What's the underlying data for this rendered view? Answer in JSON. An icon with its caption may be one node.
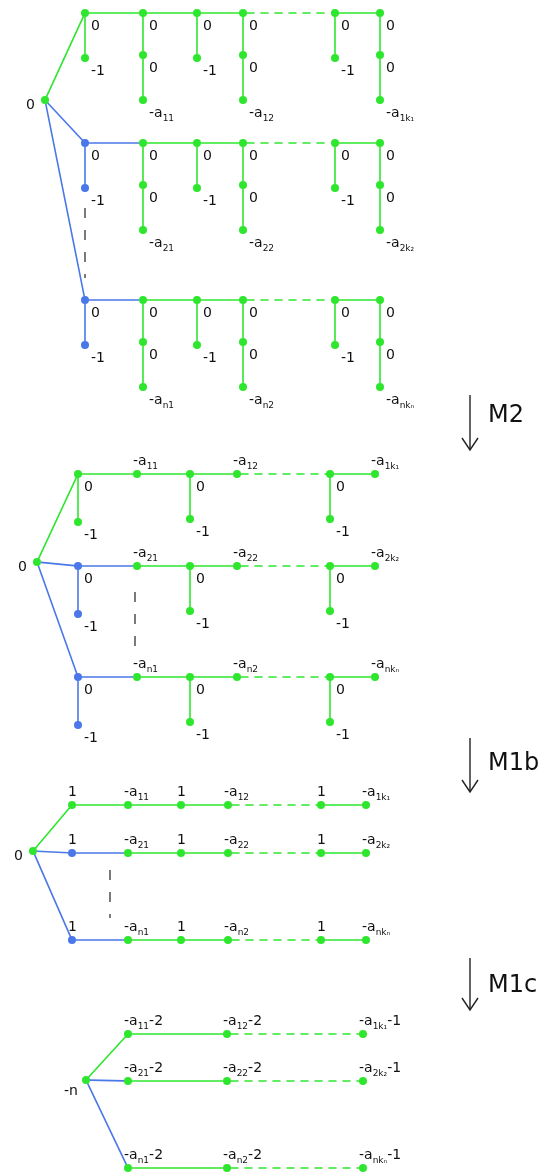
{
  "diagram": {
    "nodes": [
      {
        "text": [],
        "shape": "circle",
        "beside": [
          "0"
        ]
      },
      {
        "text": [],
        "shape": "circle",
        "beside": [
          "0"
        ]
      },
      {
        "text": [],
        "shape": "circle",
        "beside": [
          "-1"
        ]
      },
      {
        "text": [],
        "shape": "circle",
        "beside": [
          "0"
        ]
      },
      {
        "text": [],
        "shape": "circle",
        "beside": [
          "0"
        ]
      },
      {
        "text": [],
        "shape": "circle",
        "beside": [
          "-a$_{11}$"
        ]
      },
      {
        "text": [],
        "shape": "circle",
        "beside": [
          "0"
        ]
      },
      {
        "text": [],
        "shape": "circle",
        "beside": [
          "-1"
        ]
      },
      {
        "text": [],
        "shape": "circle",
        "beside": [
          "0"
        ]
      },
      {
        "text": [],
        "shape": "circle",
        "beside": [
          "0"
        ]
      },
      {
        "text": [],
        "shape": "circle",
        "beside": [
          "-a$_{12}$"
        ]
      },
      {
        "text": [],
        "shape": "circle",
        "beside": [
          "0"
        ]
      },
      {
        "text": [],
        "shape": "circle",
        "beside": [
          "-1"
        ]
      },
      {
        "text": [],
        "shape": "circle",
        "beside": [
          "0"
        ]
      },
      {
        "text": [],
        "shape": "circle",
        "beside": [
          "0"
        ]
      },
      {
        "text": [],
        "shape": "circle",
        "beside": [
          "-a$_{1k₁}$"
        ]
      },
      {
        "text": [],
        "shape": "circle",
        "beside": [
          "0"
        ]
      },
      {
        "text": [],
        "shape": "circle",
        "beside": [
          "-1"
        ]
      },
      {
        "text": [],
        "shape": "circle",
        "beside": [
          "0"
        ]
      },
      {
        "text": [],
        "shape": "circle",
        "beside": [
          "0"
        ]
      },
      {
        "text": [],
        "shape": "circle",
        "beside": [
          "-a$_{21}$"
        ]
      },
      {
        "text": [],
        "shape": "circle",
        "beside": [
          "0"
        ]
      },
      {
        "text": [],
        "shape": "circle",
        "beside": [
          "-1"
        ]
      },
      {
        "text": [],
        "shape": "circle",
        "beside": [
          "0"
        ]
      },
      {
        "text": [],
        "shape": "circle",
        "beside": [
          "0"
        ]
      },
      {
        "text": [],
        "shape": "circle",
        "beside": [
          "-a$_{22}$"
        ]
      },
      {
        "text": [],
        "shape": "circle",
        "beside": [
          "0"
        ]
      },
      {
        "text": [],
        "shape": "circle",
        "beside": [
          "-1"
        ]
      },
      {
        "text": [],
        "shape": "circle",
        "beside": [
          "0"
        ]
      },
      {
        "text": [],
        "shape": "circle",
        "beside": [
          "0"
        ]
      },
      {
        "text": [],
        "shape": "circle",
        "beside": [
          "-a$_{2k₂}$"
        ]
      },
      {
        "text": [],
        "shape": "circle",
        "beside": [
          "0"
        ]
      },
      {
        "text": [],
        "shape": "circle",
        "beside": [
          "-1"
        ]
      },
      {
        "text": [],
        "shape": "circle",
        "beside": [
          "0"
        ]
      },
      {
        "text": [],
        "shape": "circle",
        "beside": [
          "0"
        ]
      },
      {
        "text": [],
        "shape": "circle",
        "beside": [
          "-a$_{n1}$"
        ]
      },
      {
        "text": [],
        "shape": "circle",
        "beside": [
          "0"
        ]
      },
      {
        "text": [],
        "shape": "circle",
        "beside": [
          "-1"
        ]
      },
      {
        "text": [],
        "shape": "circle",
        "beside": [
          "0"
        ]
      },
      {
        "text": [],
        "shape": "circle",
        "beside": [
          "0"
        ]
      },
      {
        "text": [],
        "shape": "circle",
        "beside": [
          "-a$_{n2}$"
        ]
      },
      {
        "text": [],
        "shape": "circle",
        "beside": [
          "0"
        ]
      },
      {
        "text": [],
        "shape": "circle",
        "beside": [
          "-1"
        ]
      },
      {
        "text": [],
        "shape": "circle",
        "beside": [
          "0"
        ]
      },
      {
        "text": [],
        "shape": "circle",
        "beside": [
          "0"
        ]
      },
      {
        "text": [],
        "shape": "circle",
        "beside": [
          "-a$_{nkₙ}$"
        ]
      },
      {
        "text": [],
        "shape": "circle",
        "beside": [
          "0"
        ]
      },
      {
        "text": [],
        "shape": "circle",
        "beside": [
          "0"
        ]
      },
      {
        "text": [],
        "shape": "circle",
        "beside": [
          "-1"
        ]
      },
      {
        "text": [],
        "shape": "circle",
        "beside": [
          "-a$_{11}$"
        ]
      },
      {
        "text": [],
        "shape": "circle",
        "beside": [
          "0"
        ]
      },
      {
        "text": [],
        "shape": "circle",
        "beside": [
          "-1"
        ]
      },
      {
        "text": [],
        "shape": "circle",
        "beside": [
          "-a$_{12}$"
        ]
      },
      {
        "text": [],
        "shape": "circle",
        "beside": [
          "0"
        ]
      },
      {
        "text": [],
        "shape": "circle",
        "beside": [
          "-1"
        ]
      },
      {
        "text": [],
        "shape": "circle",
        "beside": [
          "-a$_{1k₁}$"
        ]
      },
      {
        "text": [],
        "shape": "circle",
        "beside": [
          "0"
        ]
      },
      {
        "text": [],
        "shape": "circle",
        "beside": [
          "-1"
        ]
      },
      {
        "text": [],
        "shape": "circle",
        "beside": [
          "-a$_{21}$"
        ]
      },
      {
        "text": [],
        "shape": "circle",
        "beside": [
          "0"
        ]
      },
      {
        "text": [],
        "shape": "circle",
        "beside": [
          "-1"
        ]
      },
      {
        "text": [],
        "shape": "circle",
        "beside": [
          "-a$_{22}$"
        ]
      },
      {
        "text": [],
        "shape": "circle",
        "beside": [
          "0"
        ]
      },
      {
        "text": [],
        "shape": "circle",
        "beside": [
          "-1"
        ]
      },
      {
        "text": [],
        "shape": "circle",
        "beside": [
          "-a$_{2k₂}$"
        ]
      },
      {
        "text": [],
        "shape": "circle",
        "beside": [
          "0"
        ]
      },
      {
        "text": [],
        "shape": "circle",
        "beside": [
          "-1"
        ]
      },
      {
        "text": [],
        "shape": "circle",
        "beside": [
          "-a$_{n1}$"
        ]
      },
      {
        "text": [],
        "shape": "circle",
        "beside": [
          "0"
        ]
      },
      {
        "text": [],
        "shape": "circle",
        "beside": [
          "-1"
        ]
      },
      {
        "text": [],
        "shape": "circle",
        "beside": [
          "-a$_{n2}$"
        ]
      },
      {
        "text": [],
        "shape": "circle",
        "beside": [
          "0"
        ]
      },
      {
        "text": [],
        "shape": "circle",
        "beside": [
          "-1"
        ]
      },
      {
        "text": [],
        "shape": "circle",
        "beside": [
          "-a$_{nkₙ}$"
        ]
      },
      {
        "text": [],
        "shape": "circle",
        "beside": [
          "0"
        ]
      },
      {
        "text": [],
        "shape": "circle",
        "beside": [
          "1"
        ]
      },
      {
        "text": [],
        "shape": "circle",
        "beside": [
          "-a$_{11}$"
        ]
      },
      {
        "text": [],
        "shape": "circle",
        "beside": [
          "1"
        ]
      },
      {
        "text": [],
        "shape": "circle",
        "beside": [
          "-a$_{12}$"
        ]
      },
      {
        "text": [],
        "shape": "circle",
        "beside": [
          "1"
        ]
      },
      {
        "text": [],
        "shape": "circle",
        "beside": [
          "-a$_{1k₁}$"
        ]
      },
      {
        "text": [],
        "shape": "circle",
        "beside": [
          "1"
        ]
      },
      {
        "text": [],
        "shape": "circle",
        "beside": [
          "-a$_{21}$"
        ]
      },
      {
        "text": [],
        "shape": "circle",
        "beside": [
          "1"
        ]
      },
      {
        "text": [],
        "shape": "circle",
        "beside": [
          "-a$_{22}$"
        ]
      },
      {
        "text": [],
        "shape": "circle",
        "beside": [
          "1"
        ]
      },
      {
        "text": [],
        "shape": "circle",
        "beside": [
          "-a$_{2k₂}$"
        ]
      },
      {
        "text": [],
        "shape": "circle",
        "beside": [
          "1"
        ]
      },
      {
        "text": [],
        "shape": "circle",
        "beside": [
          "-a$_{n1}$"
        ]
      },
      {
        "text": [],
        "shape": "circle",
        "beside": [
          "1"
        ]
      },
      {
        "text": [],
        "shape": "circle",
        "beside": [
          "-a$_{n2}$"
        ]
      },
      {
        "text": [],
        "shape": "circle",
        "beside": [
          "1"
        ]
      },
      {
        "text": [],
        "shape": "circle",
        "beside": [
          "-a$_{nkₙ}$"
        ]
      },
      {
        "text": [],
        "shape": "circle",
        "beside": [
          "-n"
        ]
      },
      {
        "text": [],
        "shape": "circle",
        "beside": [
          "-a$_{11}$-2"
        ]
      },
      {
        "text": [],
        "shape": "circle",
        "beside": [
          "-a$_{12}$-2"
        ]
      },
      {
        "text": [],
        "shape": "circle",
        "beside": [
          "-a$_{1k₁}$-1"
        ]
      },
      {
        "text": [],
        "shape": "circle",
        "beside": [
          "-a$_{21}$-2"
        ]
      },
      {
        "text": [],
        "shape": "circle",
        "beside": [
          "-a$_{22}$-2"
        ]
      },
      {
        "text": [],
        "shape": "circle",
        "beside": [
          "-a$_{2k₂}$-1"
        ]
      },
      {
        "text": [],
        "shape": "circle",
        "beside": [
          "-a$_{n1}$-2"
        ]
      },
      {
        "text": [],
        "shape": "circle",
        "beside": [
          "-a$_{n2}$-2"
        ]
      },
      {
        "text": [],
        "shape": "circle",
        "beside": [
          "-a$_{nkₙ}$-1"
        ]
      }
    ],
    "edges": [
      {
        "from": 0,
        "to": 1,
        "arrow": "none"
      },
      {
        "from": 1,
        "to": 2,
        "arrow": "none"
      },
      {
        "from": 1,
        "to": 3,
        "arrow": "none"
      },
      {
        "from": 3,
        "to": 4,
        "arrow": "none"
      },
      {
        "from": 4,
        "to": 5,
        "arrow": "none"
      },
      {
        "from": 3,
        "to": 6,
        "arrow": "none"
      },
      {
        "from": 6,
        "to": 7,
        "arrow": "none"
      },
      {
        "from": 6,
        "to": 8,
        "arrow": "none"
      },
      {
        "from": 8,
        "to": 9,
        "arrow": "none"
      },
      {
        "from": 9,
        "to": 10,
        "arrow": "none"
      },
      {
        "from": 8,
        "to": 11,
        "arrow": "none",
        "style": "dashed"
      },
      {
        "from": 11,
        "to": 12,
        "arrow": "none"
      },
      {
        "from": 11,
        "to": 13,
        "arrow": "none"
      },
      {
        "from": 13,
        "to": 14,
        "arrow": "none"
      },
      {
        "from": 14,
        "to": 15,
        "arrow": "none"
      },
      {
        "from": 0,
        "to": 16,
        "arrow": "none",
        "color": "#4a78e8"
      },
      {
        "from": 16,
        "to": 17,
        "arrow": "none",
        "color": "#4a78e8"
      },
      {
        "from": 16,
        "to": 18,
        "arrow": "none",
        "color": "#4a78e8"
      },
      {
        "from": 18,
        "to": 19,
        "arrow": "none"
      },
      {
        "from": 19,
        "to": 20,
        "arrow": "none"
      },
      {
        "from": 18,
        "to": 21,
        "arrow": "none"
      },
      {
        "from": 21,
        "to": 22,
        "arrow": "none"
      },
      {
        "from": 21,
        "to": 23,
        "arrow": "none"
      },
      {
        "from": 23,
        "to": 24,
        "arrow": "none"
      },
      {
        "from": 24,
        "to": 25,
        "arrow": "none"
      },
      {
        "from": 23,
        "to": 26,
        "arrow": "none",
        "style": "dashed"
      },
      {
        "from": 26,
        "to": 27,
        "arrow": "none"
      },
      {
        "from": 26,
        "to": 28,
        "arrow": "none"
      },
      {
        "from": 28,
        "to": 29,
        "arrow": "none"
      },
      {
        "from": 29,
        "to": 30,
        "arrow": "none"
      },
      {
        "from": 0,
        "to": 31,
        "arrow": "none",
        "color": "#4a78e8"
      },
      {
        "from": 31,
        "to": 32,
        "arrow": "none",
        "color": "#4a78e8"
      },
      {
        "from": 31,
        "to": 33,
        "arrow": "none",
        "color": "#4a78e8"
      },
      {
        "from": 33,
        "to": 34,
        "arrow": "none"
      },
      {
        "from": 34,
        "to": 35,
        "arrow": "none"
      },
      {
        "from": 33,
        "to": 36,
        "arrow": "none"
      },
      {
        "from": 36,
        "to": 37,
        "arrow": "none"
      },
      {
        "from": 36,
        "to": 38,
        "arrow": "none"
      },
      {
        "from": 38,
        "to": 39,
        "arrow": "none"
      },
      {
        "from": 39,
        "to": 40,
        "arrow": "none"
      },
      {
        "from": 38,
        "to": 41,
        "arrow": "none",
        "style": "dashed"
      },
      {
        "from": 41,
        "to": 42,
        "arrow": "none"
      },
      {
        "from": 41,
        "to": 43,
        "arrow": "none"
      },
      {
        "from": 43,
        "to": 44,
        "arrow": "none"
      },
      {
        "from": 44,
        "to": 45,
        "arrow": "none"
      },
      {
        "from": 46,
        "to": 47,
        "arrow": "none"
      },
      {
        "from": 47,
        "to": 48,
        "arrow": "none"
      },
      {
        "from": 47,
        "to": 49,
        "arrow": "none"
      },
      {
        "from": 49,
        "to": 50,
        "arrow": "none"
      },
      {
        "from": 50,
        "to": 51,
        "arrow": "none"
      },
      {
        "from": 50,
        "to": 52,
        "arrow": "none"
      },
      {
        "from": 52,
        "to": 53,
        "arrow": "none",
        "style": "dashed"
      },
      {
        "from": 53,
        "to": 54,
        "arrow": "none"
      },
      {
        "from": 53,
        "to": 55,
        "arrow": "none"
      },
      {
        "from": 46,
        "to": 56,
        "arrow": "none",
        "color": "#4a78e8"
      },
      {
        "from": 56,
        "to": 57,
        "arrow": "none",
        "color": "#4a78e8"
      },
      {
        "from": 56,
        "to": 58,
        "arrow": "none",
        "color": "#4a78e8"
      },
      {
        "from": 58,
        "to": 59,
        "arrow": "none"
      },
      {
        "from": 59,
        "to": 60,
        "arrow": "none"
      },
      {
        "from": 59,
        "to": 61,
        "arrow": "none"
      },
      {
        "from": 61,
        "to": 62,
        "arrow": "none",
        "style": "dashed"
      },
      {
        "from": 62,
        "to": 63,
        "arrow": "none"
      },
      {
        "from": 62,
        "to": 64,
        "arrow": "none"
      },
      {
        "from": 46,
        "to": 65,
        "arrow": "none",
        "color": "#4a78e8"
      },
      {
        "from": 65,
        "to": 66,
        "arrow": "none",
        "color": "#4a78e8"
      },
      {
        "from": 65,
        "to": 67,
        "arrow": "none",
        "color": "#4a78e8"
      },
      {
        "from": 67,
        "to": 68,
        "arrow": "none"
      },
      {
        "from": 68,
        "to": 69,
        "arrow": "none"
      },
      {
        "from": 68,
        "to": 70,
        "arrow": "none"
      },
      {
        "from": 70,
        "to": 71,
        "arrow": "none",
        "style": "dashed"
      },
      {
        "from": 71,
        "to": 72,
        "arrow": "none"
      },
      {
        "from": 71,
        "to": 73,
        "arrow": "none"
      },
      {
        "from": 74,
        "to": 75,
        "arrow": "none"
      },
      {
        "from": 75,
        "to": 76,
        "arrow": "none"
      },
      {
        "from": 76,
        "to": 77,
        "arrow": "none"
      },
      {
        "from": 77,
        "to": 78,
        "arrow": "none"
      },
      {
        "from": 78,
        "to": 79,
        "arrow": "none",
        "style": "dashed"
      },
      {
        "from": 79,
        "to": 80,
        "arrow": "none"
      },
      {
        "from": 74,
        "to": 81,
        "arrow": "none",
        "color": "#4a78e8"
      },
      {
        "from": 81,
        "to": 82,
        "arrow": "none",
        "color": "#4a78e8"
      },
      {
        "from": 82,
        "to": 83,
        "arrow": "none"
      },
      {
        "from": 83,
        "to": 84,
        "arrow": "none"
      },
      {
        "from": 84,
        "to": 85,
        "arrow": "none",
        "style": "dashed"
      },
      {
        "from": 85,
        "to": 86,
        "arrow": "none"
      },
      {
        "from": 74,
        "to": 87,
        "arrow": "none",
        "color": "#4a78e8"
      },
      {
        "from": 87,
        "to": 88,
        "arrow": "none",
        "color": "#4a78e8"
      },
      {
        "from": 88,
        "to": 89,
        "arrow": "none"
      },
      {
        "from": 89,
        "to": 90,
        "arrow": "none"
      },
      {
        "from": 90,
        "to": 91,
        "arrow": "none",
        "style": "dashed"
      },
      {
        "from": 91,
        "to": 92,
        "arrow": "none"
      },
      {
        "from": 93,
        "to": 94,
        "arrow": "none"
      },
      {
        "from": 94,
        "to": 95,
        "arrow": "none"
      },
      {
        "from": 95,
        "to": 96,
        "arrow": "none",
        "style": "dashed"
      },
      {
        "from": 93,
        "to": 97,
        "arrow": "none",
        "color": "#4a78e8"
      },
      {
        "from": 97,
        "to": 98,
        "arrow": "none"
      },
      {
        "from": 98,
        "to": 99,
        "arrow": "none",
        "style": "dashed"
      },
      {
        "from": 93,
        "to": 100,
        "arrow": "none",
        "color": "#4a78e8"
      },
      {
        "from": 100,
        "to": 101,
        "arrow": "none"
      },
      {
        "from": 101,
        "to": 102,
        "arrow": "none",
        "style": "dashed"
      }
    ],
    "labels": [
      "M2",
      "M1b",
      "M1c"
    ]
  }
}
